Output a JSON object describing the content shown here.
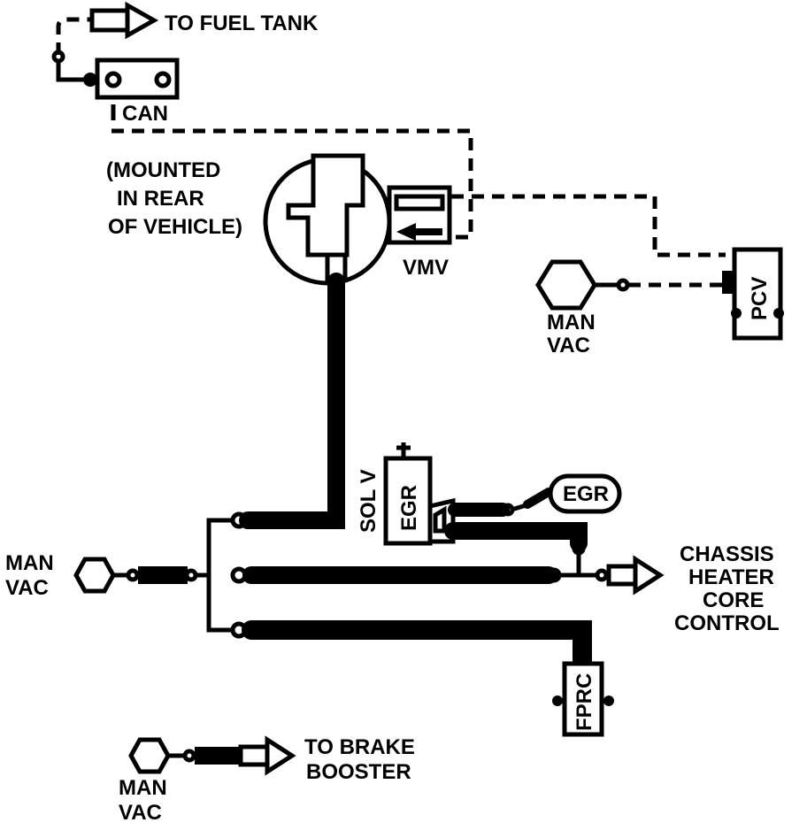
{
  "labels": {
    "to_fuel_tank": "TO FUEL TANK",
    "can": "CAN",
    "mounted_1": "(MOUNTED",
    "mounted_2": "IN REAR",
    "mounted_3": "OF VEHICLE)",
    "vmv": "VMV",
    "pcv": "PCV",
    "man_vac_right_1": "MAN",
    "man_vac_right_2": "VAC",
    "sol_v": "SOL V",
    "egr_solenoid": "EGR",
    "egr_valve": "EGR",
    "man_vac_left_1": "MAN",
    "man_vac_left_2": "VAC",
    "chassis_1": "CHASSIS",
    "chassis_2": "HEATER",
    "chassis_3": "CORE",
    "chassis_4": "CONTROL",
    "fprc": "FPRC",
    "man_vac_bottom_1": "MAN",
    "man_vac_bottom_2": "VAC",
    "brake_1": "TO BRAKE",
    "brake_2": "BOOSTER"
  },
  "colors": {
    "ink": "#000000",
    "paper": "#ffffff"
  }
}
